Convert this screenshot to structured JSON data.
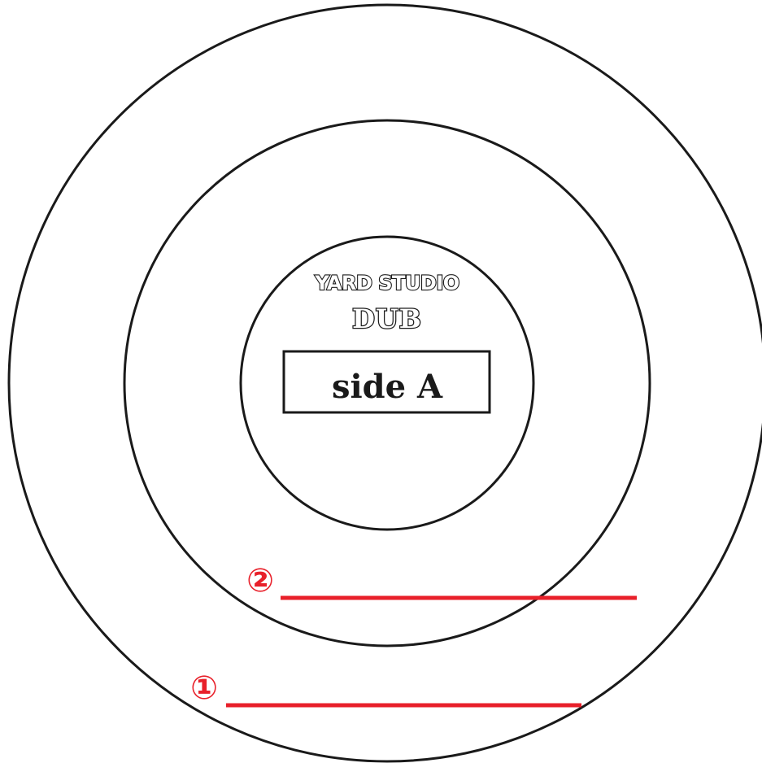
{
  "label": {
    "logo_line1": "YARD STUDIO",
    "logo_line2": "DUB",
    "side": "side A"
  },
  "markers": [
    {
      "symbol": "①"
    },
    {
      "symbol": "②"
    }
  ],
  "colors": {
    "ring_stroke": "#1a1a1a",
    "marker": "#e8202a",
    "background": "#ffffff"
  }
}
